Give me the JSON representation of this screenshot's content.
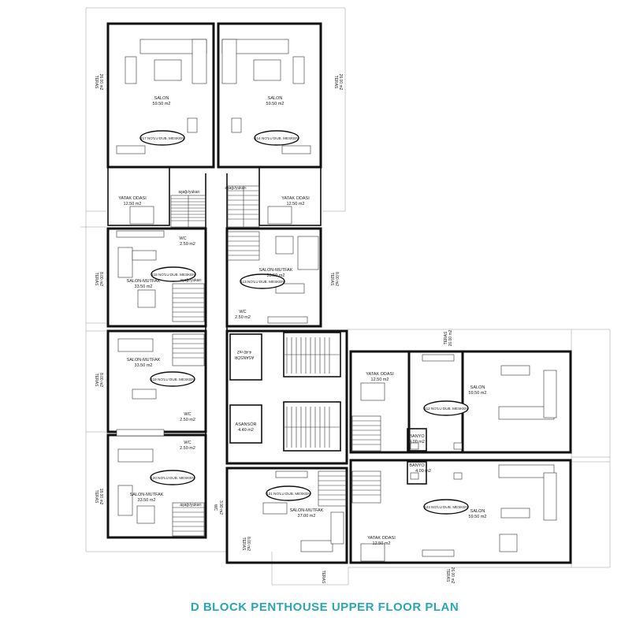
{
  "title": "D BLOCK PENTHOUSE UPPER FLOOR PLAN",
  "colors": {
    "title": "#2aa7b4",
    "wall": "#111111",
    "background": "#ffffff"
  },
  "apartments": {
    "u117": {
      "tag": "117 NO'LU DUB. MESKEN"
    },
    "u114": {
      "tag": "114 NO'LU DUB. MESKEN"
    },
    "u118": {
      "tag": "118 NO'LU DUB. MESKEN"
    },
    "u113": {
      "tag": "113 NO'LU DUB. MESKEN"
    },
    "u119": {
      "tag": "119 NO'LU DUB. MESKEN"
    },
    "u112": {
      "tag": "112 NO'LU DUB. MESKEN"
    },
    "u120": {
      "tag": "120 NO'LU DUB. MESKEN"
    },
    "u121": {
      "tag": "121 NO'LU DUB. MESKEN"
    },
    "u122": {
      "tag": "122 NO'LU DUB. MESKEN"
    }
  },
  "rooms": {
    "salon_117": {
      "name": "SALON",
      "area": "59.50 m2"
    },
    "salon_114": {
      "name": "SALON",
      "area": "59.50 m2"
    },
    "yatak_117": {
      "name": "YATAK ODASI",
      "area": "12.50 m2"
    },
    "yatak_114": {
      "name": "YATAK ODASI",
      "area": "12.50 m2"
    },
    "sm_118": {
      "name": "SALON-MUTFAK",
      "area": "33.50 m2"
    },
    "sm_113": {
      "name": "SALON-MUTFAK",
      "area": "33.50 m2"
    },
    "wc_118": {
      "name": "WC",
      "area": "2.50 m2"
    },
    "wc_113": {
      "name": "WC",
      "area": "2.50 m2"
    },
    "sm_119": {
      "name": "SALON-MUTFAK",
      "area": "33.50 m2"
    },
    "wc_119": {
      "name": "WC",
      "area": "2.50 m2"
    },
    "wc_120": {
      "name": "WC",
      "area": "2.50 m2"
    },
    "sm_120": {
      "name": "SALON-MUTFAK",
      "area": "33.50 m2"
    },
    "wc_121": {
      "name": "WC",
      "area": "3.90 m2"
    },
    "sm_121": {
      "name": "SALON-MUTFAK",
      "area": "37.00 m2"
    },
    "yatak_112": {
      "name": "YATAK ODASI",
      "area": "12.50 m2"
    },
    "salon_112": {
      "name": "SALON",
      "area": "59.50 m2"
    },
    "banyo_112": {
      "name": "BANYO",
      "area": "4.00 m2"
    },
    "banyo_122": {
      "name": "BANYO",
      "area": "4.00 m2"
    },
    "salon_122": {
      "name": "SALON",
      "area": "59.50 m2"
    },
    "yatak_122": {
      "name": "YATAK ODASI",
      "area": "12.50 m2"
    },
    "asansor_1": {
      "name": "ASANSÖR",
      "area": "4.40 m2"
    },
    "asansor_2": {
      "name": "ASANSÖR",
      "area": "4.40 m2"
    }
  },
  "terraces": {
    "t_117": {
      "name": "TERAS",
      "area": "26.00 m2"
    },
    "t_114": {
      "name": "TERAS",
      "area": "26.00 m2"
    },
    "t_118": {
      "name": "TERAS",
      "area": "8.00 m2"
    },
    "t_113": {
      "name": "TERAS",
      "area": "8.00 m2"
    },
    "t_119": {
      "name": "TERAS",
      "area": "8.00 m2"
    },
    "t_112": {
      "name": "TERAS",
      "area": "26.00 m2"
    },
    "t_120": {
      "name": "TERAS",
      "area": "18.00 m2"
    },
    "t_121": {
      "name": "TERAS",
      "area": "8.00 m2"
    },
    "t_122": {
      "name": "TERAS",
      "area": "26.00 m2"
    },
    "t_bottom": {
      "name": "TERAS",
      "area": ""
    }
  },
  "stair_label": "aşağı/yukarı"
}
